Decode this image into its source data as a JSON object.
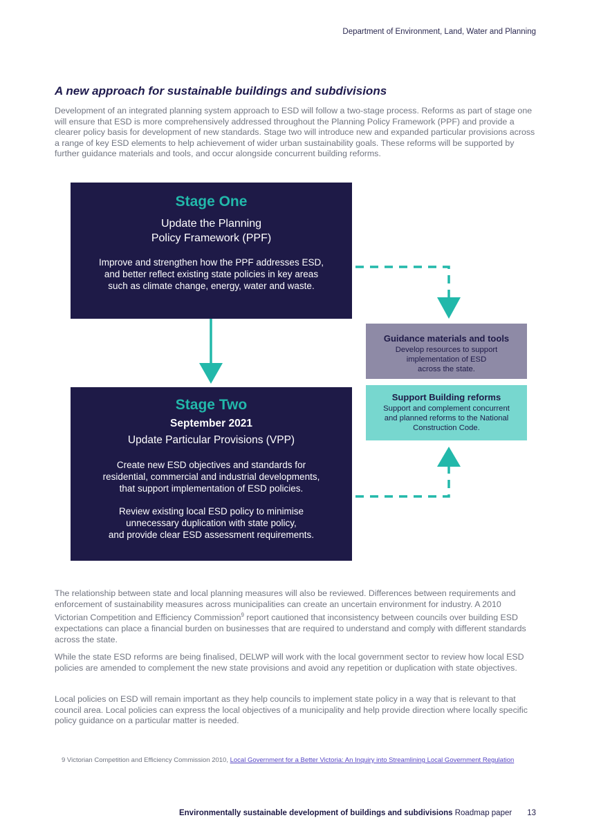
{
  "header": {
    "department": "Department of Environment, Land, Water and Planning"
  },
  "section": {
    "title": "A new approach for sustainable buildings and subdivisions",
    "intro": "Development of an integrated planning system approach to ESD will follow a two-stage process. Reforms as part of stage one will ensure that ESD is more comprehensively addressed throughout the Planning Policy Framework (PPF) and provide a clearer policy basis for development of new standards. Stage two will introduce new and expanded particular provisions across a range of key ESD elements to help achievement of wider urban sustainability goals. These reforms will be supported by further guidance materials and tools, and occur alongside concurrent building reforms."
  },
  "diagram": {
    "stage_one": {
      "title": "Stage One",
      "subtitle_lines": [
        "Update the Planning",
        "Policy Framework (PPF)"
      ],
      "body_lines": [
        "Improve and strengthen how the PPF addresses ESD,",
        "and better reflect existing state policies in key areas",
        "such as climate change, energy, water and waste."
      ]
    },
    "stage_two": {
      "title": "Stage Two",
      "date": "September 2021",
      "subtitle": "Update Particular Provisions (VPP)",
      "body1_lines": [
        "Create new ESD objectives and standards for",
        "residential, commercial and industrial developments,",
        "that support implementation of ESD policies."
      ],
      "body2_lines": [
        "Review existing local ESD policy to minimise",
        "unnecessary duplication with state policy,",
        "and provide clear ESD assessment requirements."
      ]
    },
    "guidance": {
      "title": "Guidance materials and tools",
      "body_lines": [
        "Develop resources to support",
        "implementation of ESD",
        "across the state."
      ]
    },
    "building": {
      "title": "Support Building reforms",
      "body_lines": [
        "Support and complement concurrent",
        "and planned reforms to the National",
        "Construction Code."
      ]
    },
    "colors": {
      "navy": "#1e1a47",
      "teal": "#22b8aa",
      "guidance_fill": "#8e8aa6",
      "building_fill": "#77d7cf"
    }
  },
  "paragraphs": {
    "p1_a": "The relationship between state and local planning measures will also be reviewed. Differences between requirements and enforcement of sustainability measures across municipalities can create an uncertain environment for industry. A 2010 Victorian Competition and Efficiency Commission",
    "p1_sup": "9",
    "p1_b": " report cautioned that inconsistency between councils over building ESD expectations can place a financial burden on businesses that are required to understand and comply with different standards across the state.",
    "p2": "While the state ESD reforms are being finalised, DELWP will work with the local government sector to review how local ESD policies are amended to complement the new state provisions and avoid any repetition or duplication with state objectives.",
    "p3": "Local policies on ESD will remain important as they help councils to implement state policy in a way that is relevant to that council area. Local policies can express the local objectives of a municipality and help provide direction where locally specific policy guidance on a particular matter is needed."
  },
  "footnote": {
    "prefix": "9 Victorian Competition and Efficiency Commission 2010, ",
    "link_text": "Local Government for a Better Victoria: An Inquiry into Streamlining Local Government Regulation "
  },
  "footer": {
    "title_bold": "Environmentally sustainable development of buildings and subdivisions",
    "title_rest": " Roadmap paper",
    "page_number": "13"
  }
}
